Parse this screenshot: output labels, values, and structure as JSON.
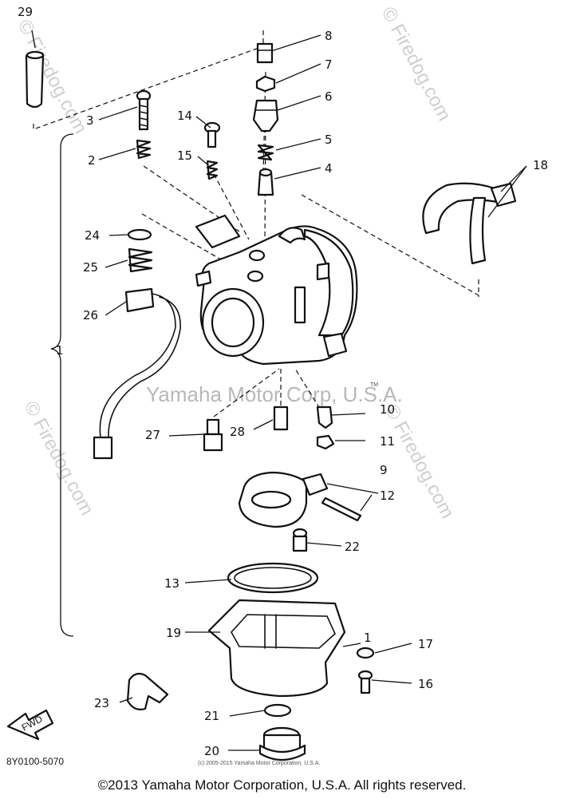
{
  "diagram": {
    "watermark_site": "© Firedog.com",
    "watermark_company": "Yamaha Motor Corp, U.S.A.",
    "trademark": "TM",
    "drawing_code": "8Y0100-5070",
    "small_copyright": "(c) 2005-2015 Yamaha Motor Corporation, U.S.A.",
    "fwd_label": "FWD",
    "copyright": "©2013 Yamaha Motor Corporation, U.S.A. All rights reserved.",
    "part_numbers": [
      "1",
      "1",
      "2",
      "3",
      "4",
      "5",
      "6",
      "7",
      "8",
      "9",
      "10",
      "11",
      "12",
      "13",
      "14",
      "15",
      "16",
      "17",
      "18",
      "19",
      "20",
      "21",
      "22",
      "23",
      "24",
      "25",
      "26",
      "27",
      "28",
      "29"
    ]
  }
}
